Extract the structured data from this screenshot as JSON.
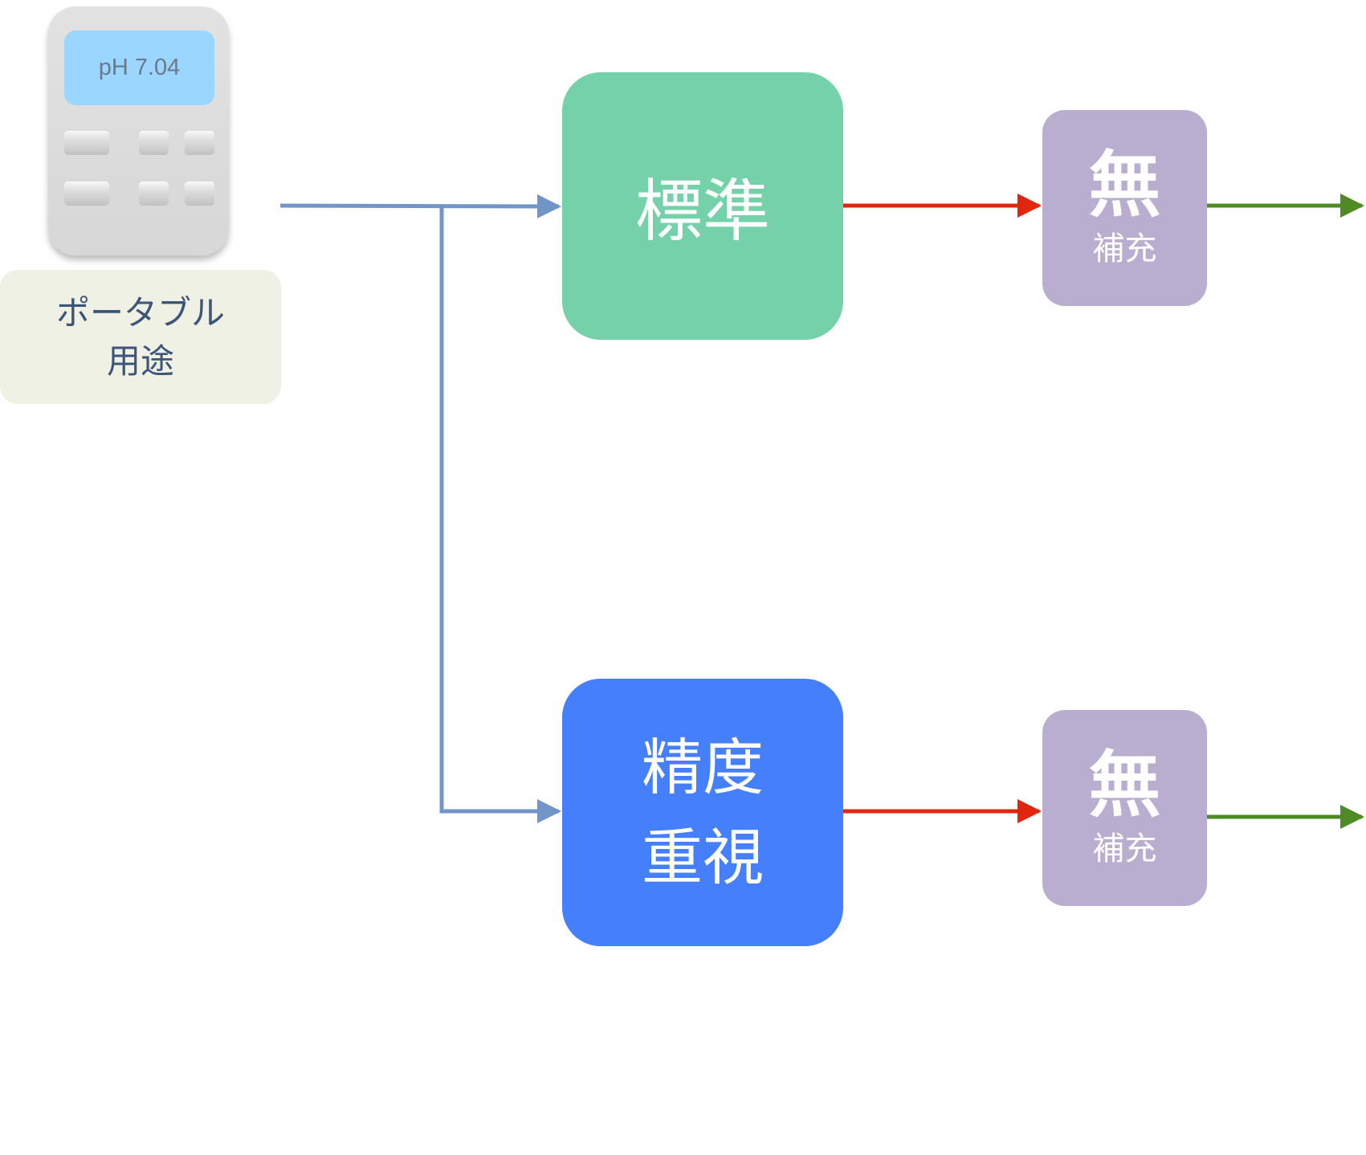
{
  "device": {
    "screen_reading": "pH 7.04"
  },
  "usage_box": {
    "line1": "ポータブル",
    "line2": "用途"
  },
  "nodes": {
    "standard": {
      "label": "標準"
    },
    "precision": {
      "line1": "精度",
      "line2": "重視"
    },
    "supplement_top": {
      "main": "無",
      "sub": "補充"
    },
    "supplement_bottom": {
      "main": "無",
      "sub": "補充"
    }
  },
  "colors": {
    "blue_connector": "#7195c9",
    "red_connector": "#e0260e",
    "green_connector": "#4f8b24",
    "standard_fill": "#74d1aa",
    "precision_fill": "#467ffb",
    "supplement_fill": "#b9aecf",
    "usage_fill": "#eff1e5"
  }
}
